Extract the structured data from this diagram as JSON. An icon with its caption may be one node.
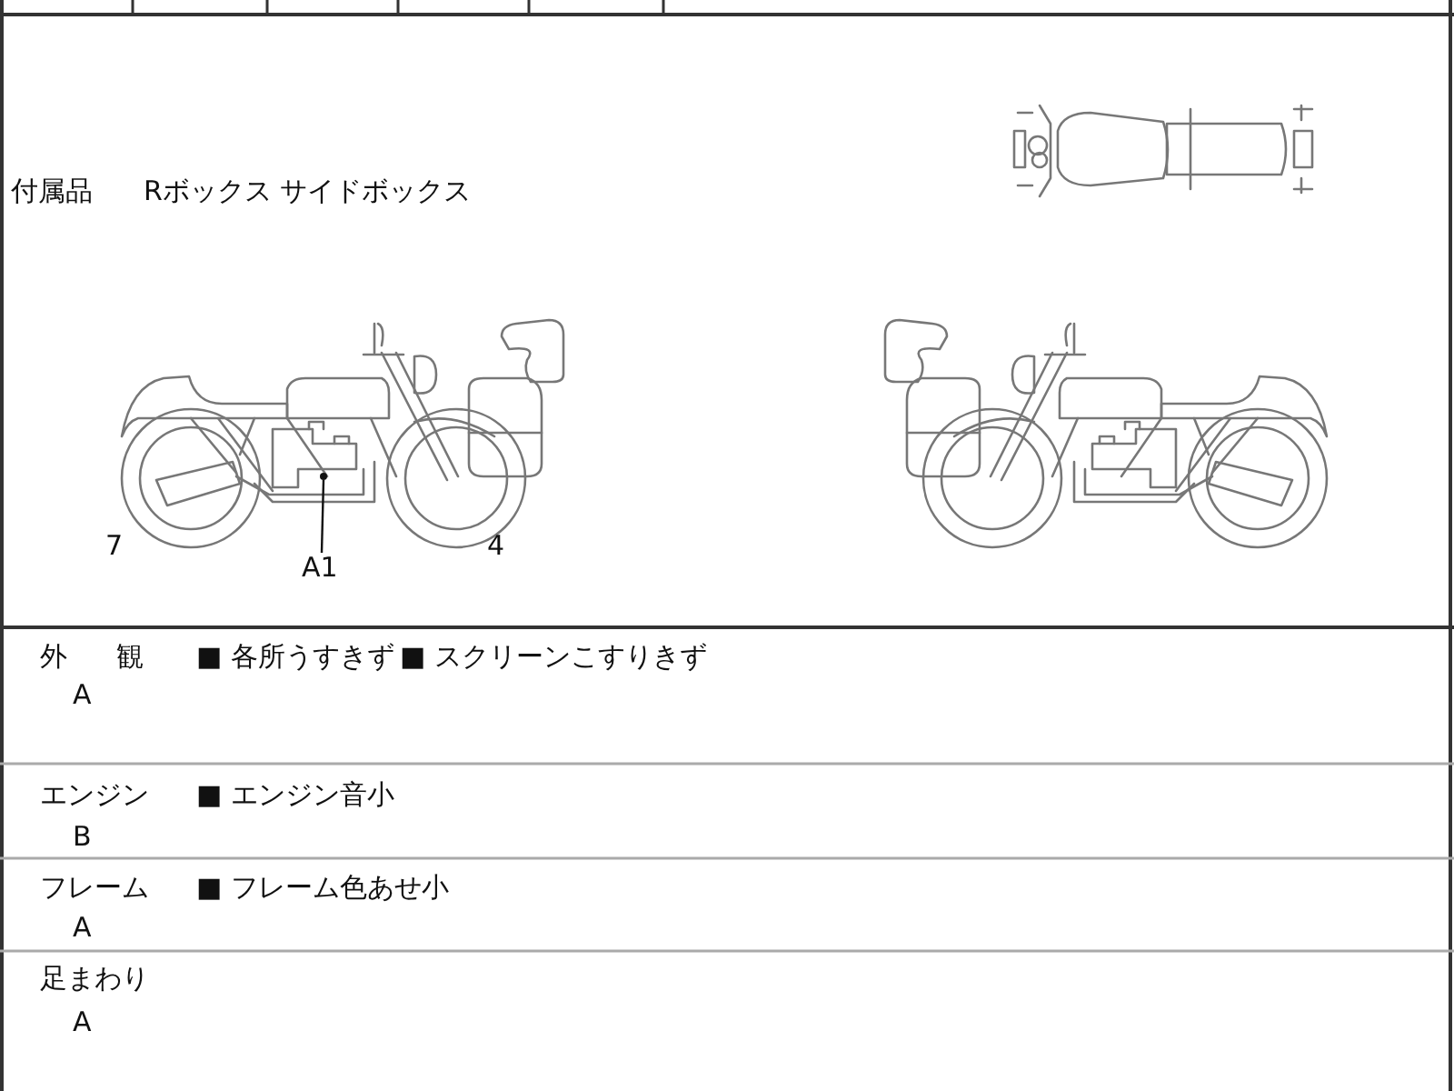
{
  "diagram": {
    "nodes": [
      {
        "text": [
          "A1"
        ]
      },
      {
        "text": [],
        "shape": "circle"
      }
    ],
    "edges": [
      {
        "from": 0,
        "to": 1,
        "arrow": "none"
      }
    ],
    "labels": [
      "付属品",
      "Rボックス サイドボックス",
      "7",
      "4",
      "外 観",
      "A",
      "■ 各所うすきず",
      "■ スクリーンこすりきず",
      "エンジン",
      "B",
      "■ エンジン音小",
      "フレーム",
      "A",
      "■ フレーム色あせ小",
      "足まわり",
      "A"
    ]
  }
}
